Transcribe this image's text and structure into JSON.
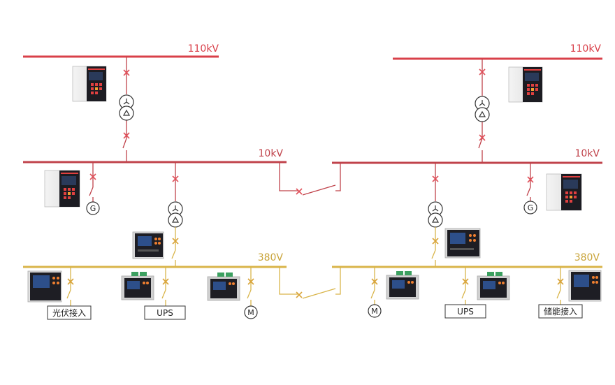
{
  "labels": {
    "hv_left": "110kV",
    "hv_right": "110kV",
    "mv_left": "10kV",
    "mv_right": "10kV",
    "lv_left": "380V",
    "lv_right": "380V",
    "pv_access": "光伏接入",
    "ups_left": "UPS",
    "motor_left": "M",
    "generator_left": "G",
    "generator_right": "G",
    "motor_right": "M",
    "ups_right": "UPS",
    "storage_access": "储能接入"
  },
  "colors": {
    "hv_bus": "#d9404a",
    "mv_bus": "#c0434b",
    "lv_bus": "#d9b54a",
    "breaker_red": "#e0505a",
    "breaker_yellow": "#d9a43a",
    "device_red": "#e04040"
  },
  "icons": [
    "breaker-icon",
    "transformer-icon",
    "generator-icon",
    "motor-icon",
    "protection-relay-icon",
    "power-meter-icon"
  ]
}
